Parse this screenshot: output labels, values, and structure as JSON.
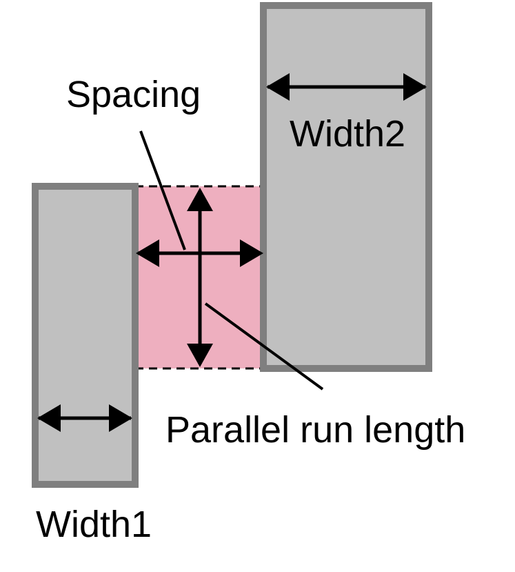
{
  "labels": {
    "spacing": "Spacing",
    "width1": "Width1",
    "width2": "Width2",
    "parallel_run_length": "Parallel run length"
  },
  "colors": {
    "shape_fill": "#c0c0c0",
    "shape_stroke": "#7f7f7f",
    "region_fill": "#eeafbf",
    "line": "#000000",
    "background": "#ffffff"
  }
}
